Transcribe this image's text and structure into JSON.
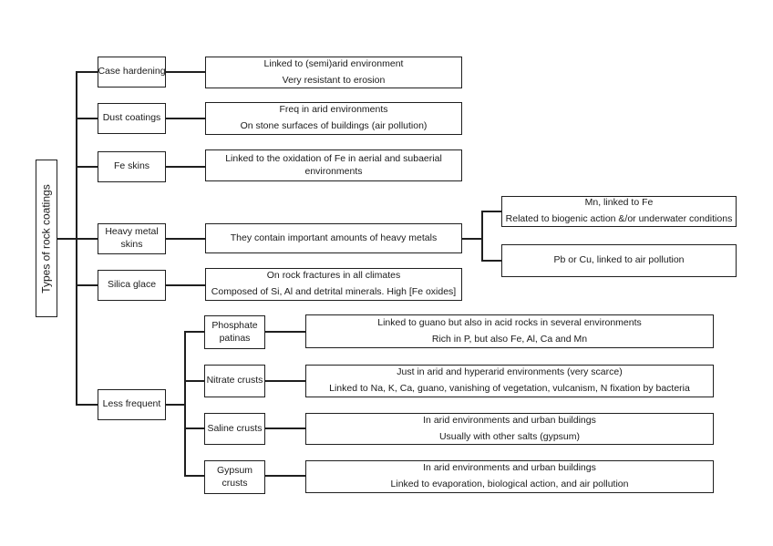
{
  "root": {
    "label": "Types of rock coatings"
  },
  "branches": [
    {
      "label": "Case hardening",
      "desc": [
        "Linked to (semi)arid environment",
        "Very resistant to erosion"
      ]
    },
    {
      "label": "Dust coatings",
      "desc": [
        "Freq in arid environments",
        "On stone surfaces of buildings (air pollution)"
      ]
    },
    {
      "label": "Fe skins",
      "desc": [
        "Linked to the oxidation of Fe in aerial and subaerial environments"
      ]
    },
    {
      "label": "Heavy metal skins",
      "desc": [
        "They contain important amounts of heavy metals"
      ],
      "children": [
        {
          "desc": [
            "Mn, linked to Fe",
            "Related to biogenic action &/or underwater conditions"
          ]
        },
        {
          "desc": [
            "Pb or Cu, linked to air pollution"
          ]
        }
      ]
    },
    {
      "label": "Silica glace",
      "desc": [
        "On rock fractures in all climates",
        "Composed of Si, Al and detrital minerals. High [Fe oxides]"
      ]
    },
    {
      "label": "Less frequent",
      "children": [
        {
          "label": "Phosphate patinas",
          "desc": [
            "Linked to guano but also in acid rocks in several environments",
            "Rich in P, but also Fe, Al, Ca and Mn"
          ]
        },
        {
          "label": "Nitrate crusts",
          "desc": [
            "Just in arid and hyperarid environments (very scarce)",
            "Linked to Na, K, Ca, guano, vanishing of vegetation, vulcanism, N fixation by bacteria"
          ]
        },
        {
          "label": "Saline crusts",
          "desc": [
            "In arid environments and urban buildings",
            "Usually with other salts (gypsum)"
          ]
        },
        {
          "label": "Gypsum crusts",
          "desc": [
            "In arid environments and urban buildings",
            "Linked to evaporation, biological action, and air pollution"
          ]
        }
      ]
    }
  ],
  "colors": {
    "line": "#1f1f1f",
    "text": "#1a1a1a",
    "background": "#ffffff"
  }
}
